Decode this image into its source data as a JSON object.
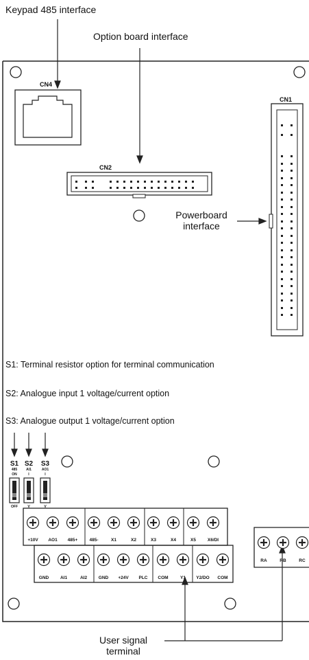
{
  "callouts": {
    "keypad": "Keypad 485 interface",
    "option_board": "Option board interface",
    "powerboard_line1": "Powerboard",
    "powerboard_line2": "interface",
    "user_signal_line1": "User signal",
    "user_signal_line2": "terminal"
  },
  "connectors": {
    "cn1": "CN1",
    "cn2": "CN2",
    "cn4": "CN4"
  },
  "notes": [
    "S1: Terminal resistor option for terminal communication",
    "S2: Analogue input 1 voltage/current option",
    "S3: Analogue output 1 voltage/current option"
  ],
  "switches": [
    {
      "name": "S1",
      "sub": "485",
      "top": "ON",
      "bottom": "OFF"
    },
    {
      "name": "S2",
      "sub": "AI1",
      "top": "I",
      "bottom": "V"
    },
    {
      "name": "S3",
      "sub": "AO1",
      "top": "I",
      "bottom": "V"
    }
  ],
  "terminals_top": [
    "+10V",
    "AO1",
    "485+",
    "485-",
    "X1",
    "X2",
    "X3",
    "X4",
    "X5",
    "X6/DI"
  ],
  "terminals_bottom": [
    "GND",
    "AI1",
    "AI2",
    "GND",
    "+24V",
    "PLC",
    "COM",
    "Y1",
    "Y2/DO",
    "COM"
  ],
  "relay_terminals": [
    "RA",
    "RB",
    "RC"
  ]
}
